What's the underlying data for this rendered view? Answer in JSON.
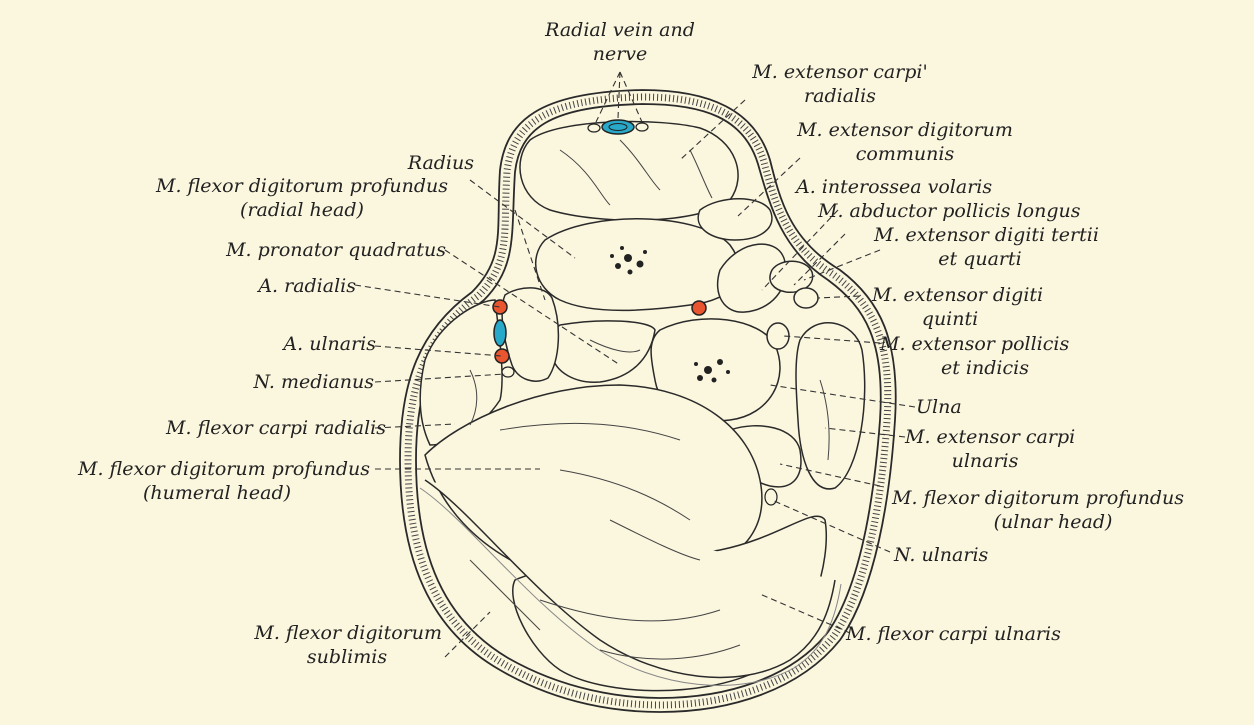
{
  "figure": {
    "background": "#fbf6de",
    "colors": {
      "artery": "#e8552f",
      "vein": "#29a9c9",
      "ink": "#222222"
    },
    "labels": {
      "radial_vein_and_nerve": [
        "Radial vein and",
        "nerve"
      ],
      "ext_carpi_radialis": [
        "M. extensor carpi'",
        "radialis"
      ],
      "ext_digitorum_communis": [
        "M. extensor digitorum",
        "communis"
      ],
      "radius": [
        "Radius"
      ],
      "fdp_radial": [
        "M. flexor digitorum profundus",
        "(radial head)"
      ],
      "a_interossea_volaris": [
        "A. interossea volaris"
      ],
      "abductor_pollicis_longus": [
        "M. abductor pollicis longus"
      ],
      "ext_digiti_tertii": [
        "M. extensor digiti tertii",
        "et quarti"
      ],
      "pronator_quadratus": [
        "M. pronator quadratus"
      ],
      "a_radialis": [
        "A. radialis"
      ],
      "ext_digiti_quinti": [
        "M. extensor digiti",
        "quinti"
      ],
      "a_ulnaris": [
        "A. ulnaris"
      ],
      "ext_pollicis": [
        "M. extensor pollicis",
        "et indicis"
      ],
      "n_medianus": [
        "N. medianus"
      ],
      "ulna": [
        "Ulna"
      ],
      "fcr": [
        "M. flexor carpi radialis"
      ],
      "ext_carpi_ulnaris": [
        "M. extensor carpi",
        "ulnaris"
      ],
      "fdp_humeral": [
        "M. flexor digitorum profundus",
        "(humeral head)"
      ],
      "fdp_ulnar": [
        "M. flexor digitorum profundus",
        "(ulnar head)"
      ],
      "n_ulnaris": [
        "N. ulnaris"
      ],
      "fcu": [
        "M. flexor carpi ulnaris"
      ],
      "fds": [
        "M. flexor digitorum",
        "sublimis"
      ]
    }
  }
}
